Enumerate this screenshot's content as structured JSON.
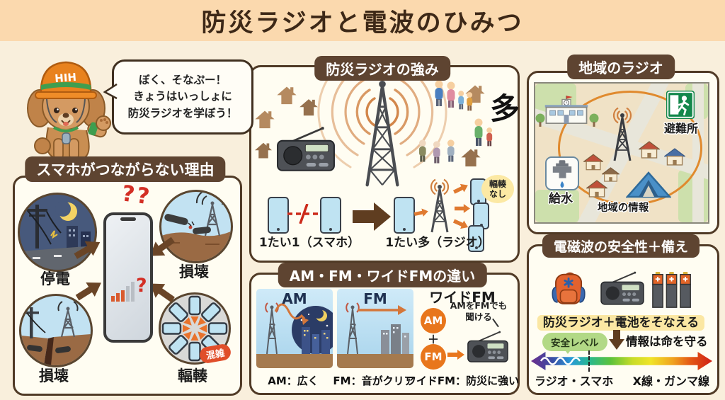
{
  "colors": {
    "accent_orange": "#e8761c",
    "panel_brown": "#5e4431",
    "alert_red": "#d32f25",
    "safe_green": "#b2d986",
    "sky_blue": "#b8e0f2"
  },
  "title": "防災ラジオと電波のひみつ",
  "mascot": {
    "helmet_text": "HIH",
    "speech": [
      "ぼく、そなぷー！",
      "きょうはいっしょに",
      "防災ラジオを学ぼう！"
    ]
  },
  "no_connect": {
    "header": "スマホがつながらない理由",
    "question_marks": "??",
    "screen_question": "?",
    "power_outage": "停電",
    "damage_top": "損壊",
    "damage_bottom": "損壊",
    "congestion": "輻輳",
    "crowded": "混雑"
  },
  "radio_strength": {
    "header": "防災ラジオの強み",
    "many": "多",
    "no_congestion_line1": "輻輳",
    "no_congestion_line2": "なし",
    "one_to_one": "1たい1（スマホ）",
    "one_to_many": "1たい多（ラジオ）"
  },
  "band_difference": {
    "header": "AM・FM・ワイドFMの違い",
    "am_title": "AM",
    "fm_title": "FM",
    "widefm_title": "ワイドFM",
    "am_badge": "AM",
    "fm_badge": "FM",
    "plus": "＋",
    "widefm_note_line1": "AMをFMでも",
    "widefm_note_line2": "聞ける",
    "am_caption": "AM：広く",
    "fm_caption": "FM：音がクリア",
    "widefm_caption": "ワイドFM：防災に強い"
  },
  "local_radio": {
    "header": "地域のラジオ",
    "evacuation_site": "避難所",
    "water_supply": "給水",
    "local_info": "地域の情報"
  },
  "safety": {
    "header": "電磁波の安全性＋備え",
    "prepare": "防災ラジオ＋電池をそなえる",
    "safety_level": "安全レベル",
    "info_saves_lives": "情報は命を守る",
    "scale_left": "ラジオ・スマホ",
    "scale_right": "X線・ガンマ線"
  }
}
